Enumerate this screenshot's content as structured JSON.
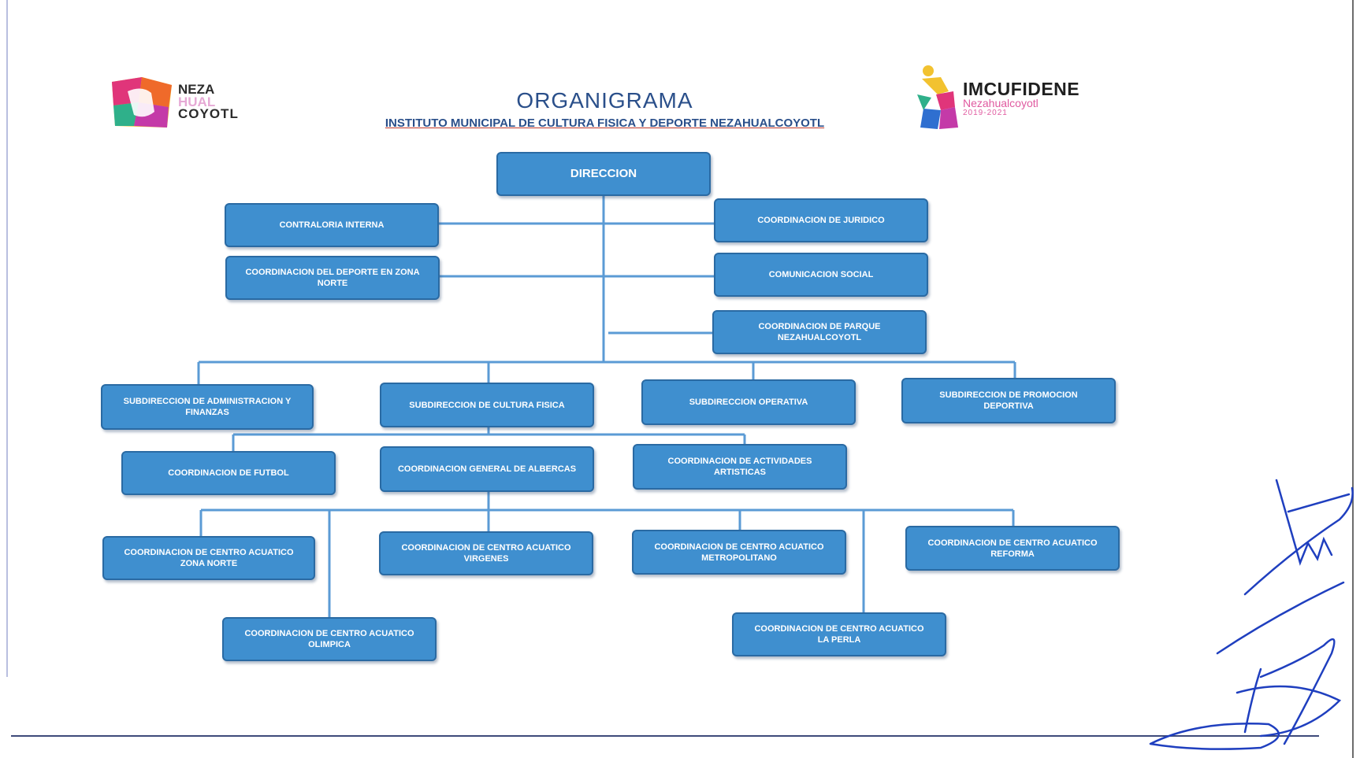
{
  "header": {
    "title": "ORGANIGRAMA",
    "subtitle": "INSTITUTO MUNICIPAL DE CULTURA FISICA Y DEPORTE NEZAHUALCOYOTL"
  },
  "logos": {
    "left": {
      "line1": "NEZA",
      "line2": "HUAL",
      "line3": "COYOTL"
    },
    "right": {
      "line1": "IMCUFIDENE",
      "line2": "Nezahualcoyotl",
      "line3": "2019-2021"
    }
  },
  "org": {
    "direccion": "DIRECCION",
    "contraloria": "CONTRALORIA INTERNA",
    "coord_norte": "COORDINACION DEL DEPORTE EN ZONA NORTE",
    "juridico": "COORDINACION DE JURIDICO",
    "comunicacion": "COMUNICACION SOCIAL",
    "parque": "COORDINACION DE PARQUE NEZAHUALCOYOTL",
    "sub_admin": "SUBDIRECCION DE ADMINISTRACION Y FINANZAS",
    "sub_cultura": "SUBDIRECCION DE CULTURA FISICA",
    "sub_operativa": "SUBDIRECCION OPERATIVA",
    "sub_promocion": "SUBDIRECCION DE PROMOCION DEPORTIVA",
    "futbol": "COORDINACION DE FUTBOL",
    "albercas": "COORDINACION GENERAL DE ALBERCAS",
    "artisticas": "COORDINACION DE ACTIVIDADES ARTISTICAS",
    "ca_norte": "COORDINACION DE CENTRO ACUATICO ZONA NORTE",
    "ca_virgenes": "COORDINACION DE CENTRO ACUATICO VIRGENES",
    "ca_metro": "COORDINACION DE CENTRO ACUATICO METROPOLITANO",
    "ca_reforma": "COORDINACION DE CENTRO ACUATICO REFORMA",
    "ca_olimpica": "COORDINACION DE CENTRO ACUATICO OLIMPICA",
    "ca_perla": "COORDINACION DE CENTRO ACUATICO LA PERLA"
  },
  "colors": {
    "box_fill": "#3f8fcf",
    "box_border": "#2a6aa3",
    "connector": "#5b9bd5",
    "title": "#2a4f8a",
    "signature": "#1f3fbf"
  }
}
